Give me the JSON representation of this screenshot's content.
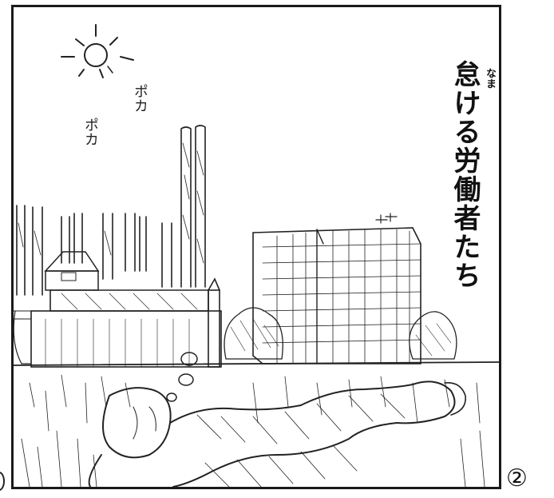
{
  "title": {
    "text": "怠ける労働者たち",
    "furigana": "なま"
  },
  "sfx": [
    "ポカ",
    "ポカ"
  ],
  "panel_number": "②",
  "colors": {
    "ink": "#1a1a1a",
    "paper": "#ffffff"
  }
}
